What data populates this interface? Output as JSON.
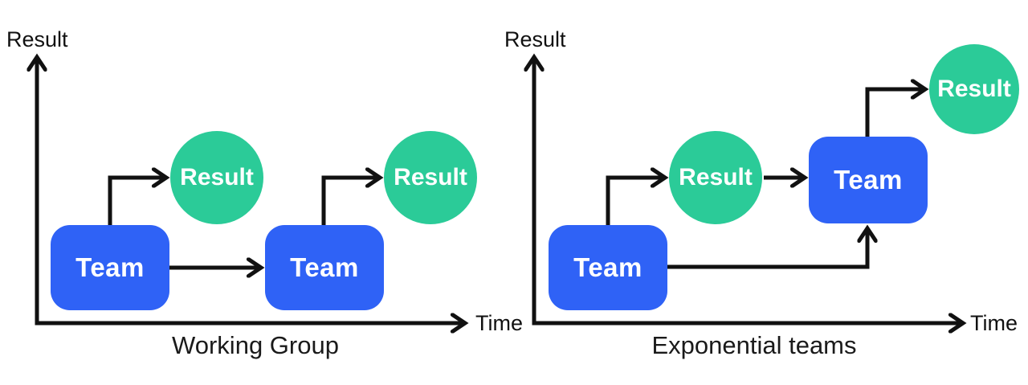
{
  "left": {
    "caption": "Working Group",
    "y_axis_label": "Result",
    "x_axis_label": "Time",
    "team1_label": "Team",
    "result1_label": "Result",
    "team2_label": "Team",
    "result2_label": "Result"
  },
  "right": {
    "caption": "Exponential teams",
    "y_axis_label": "Result",
    "x_axis_label": "Time",
    "team1_label": "Team",
    "result1_label": "Result",
    "team2_label": "Team",
    "result2_label": "Result"
  },
  "colors": {
    "team_fill": "#2F62F6",
    "result_fill": "#2BCB98",
    "line": "#111111",
    "node_text": "#ffffff",
    "background": "#ffffff"
  }
}
